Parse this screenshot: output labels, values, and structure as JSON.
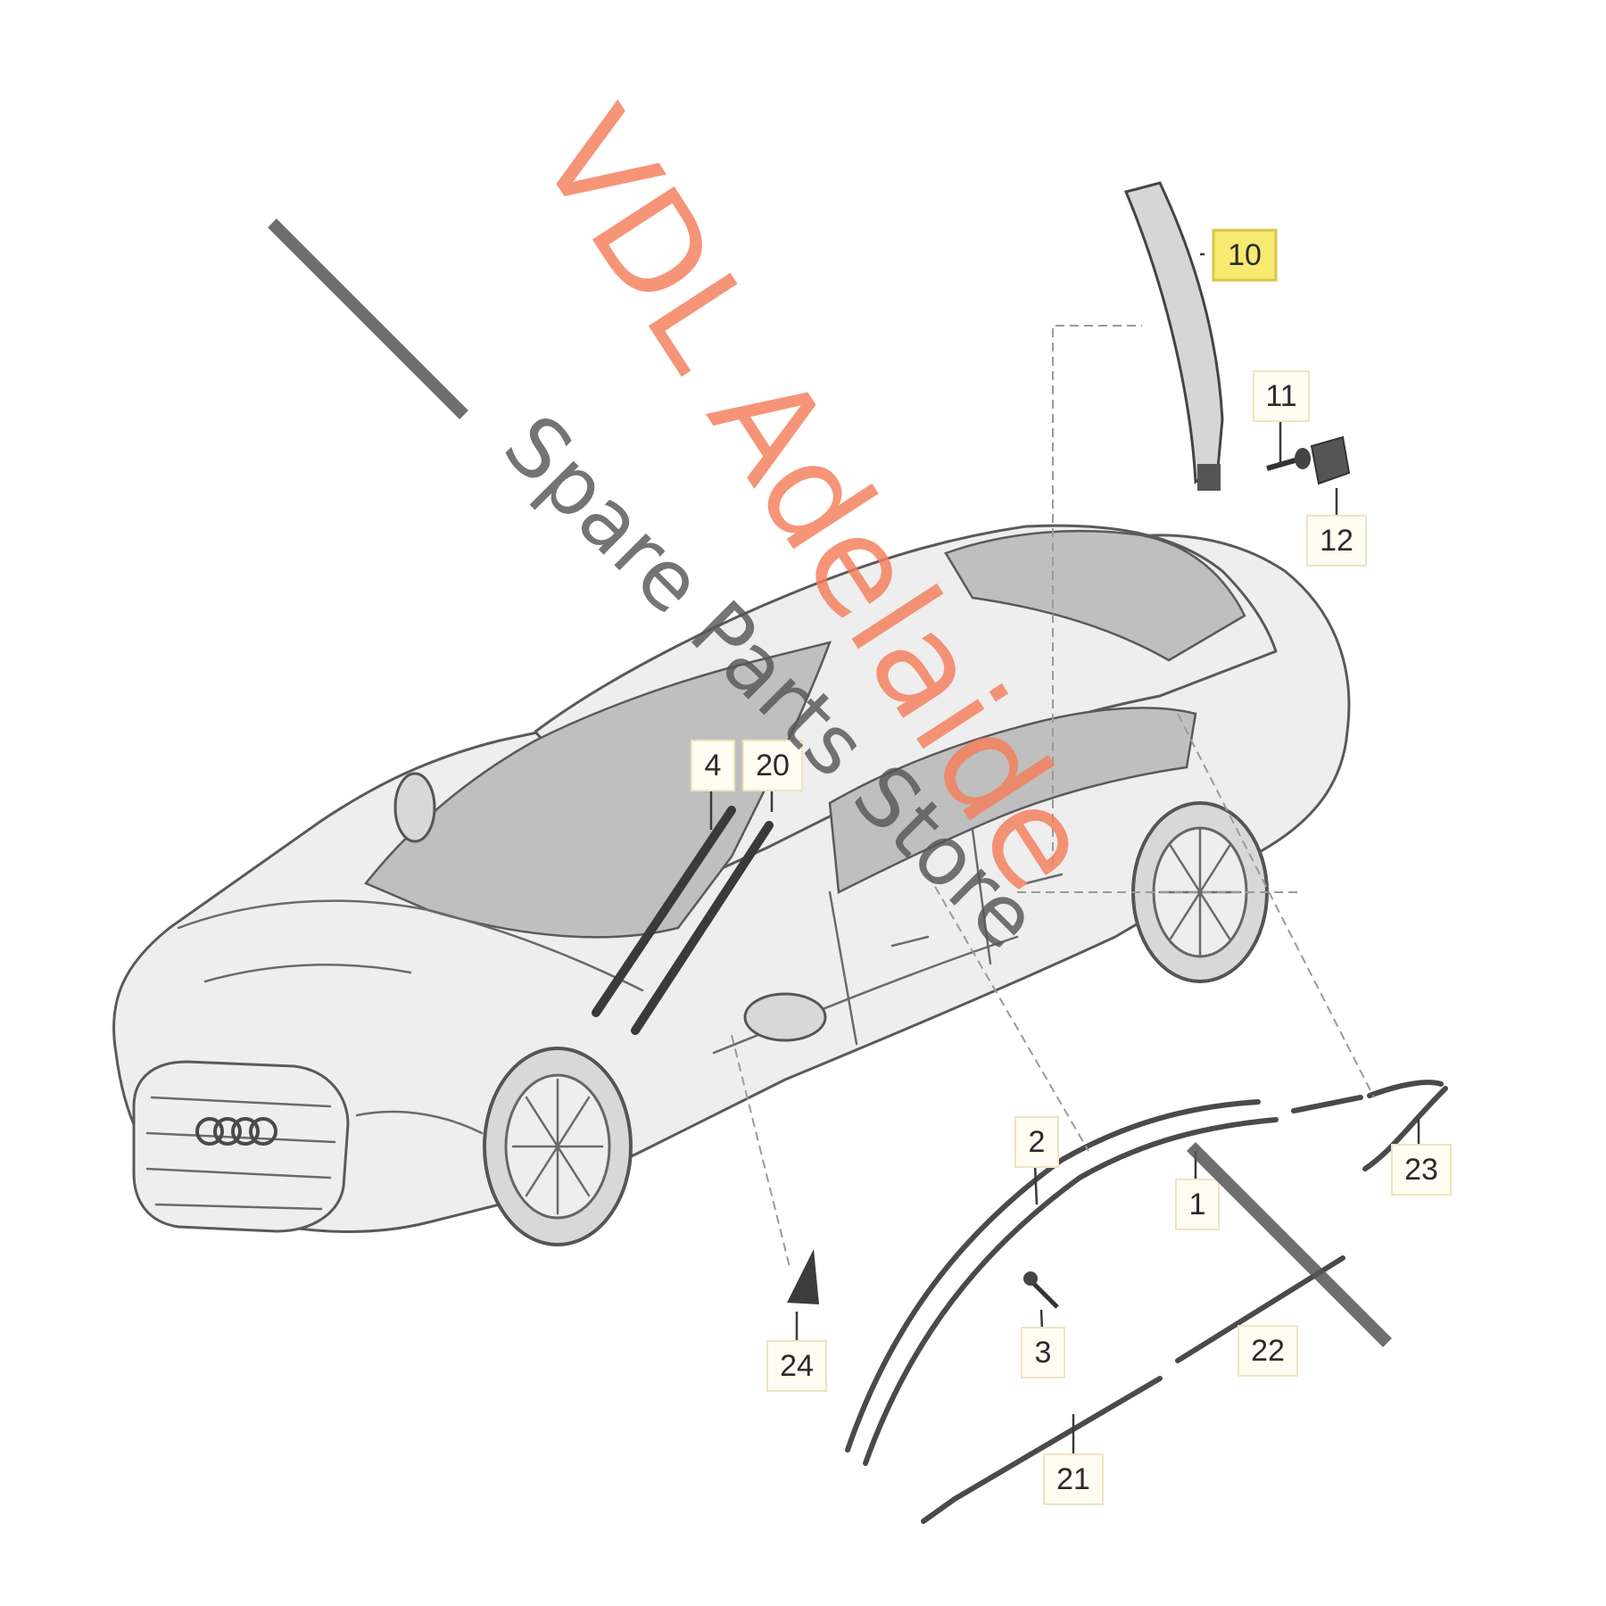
{
  "watermark": {
    "brand": "VDL Adelaide",
    "tagline": "Spare Parts Store",
    "brand_color": "#f47c5a",
    "tagline_color": "#555555"
  },
  "callouts": [
    {
      "id": "c1",
      "label": "1"
    },
    {
      "id": "c2",
      "label": "2"
    },
    {
      "id": "c3",
      "label": "3"
    },
    {
      "id": "c4",
      "label": "4"
    },
    {
      "id": "c10",
      "label": "10",
      "highlighted": true
    },
    {
      "id": "c11",
      "label": "11"
    },
    {
      "id": "c12",
      "label": "12"
    },
    {
      "id": "c20",
      "label": "20"
    },
    {
      "id": "c21",
      "label": "21"
    },
    {
      "id": "c22",
      "label": "22"
    },
    {
      "id": "c23",
      "label": "23"
    },
    {
      "id": "c24",
      "label": "24"
    }
  ],
  "colors": {
    "highlight_box": "#f6ea71",
    "callout_box": "#fffdf2"
  }
}
